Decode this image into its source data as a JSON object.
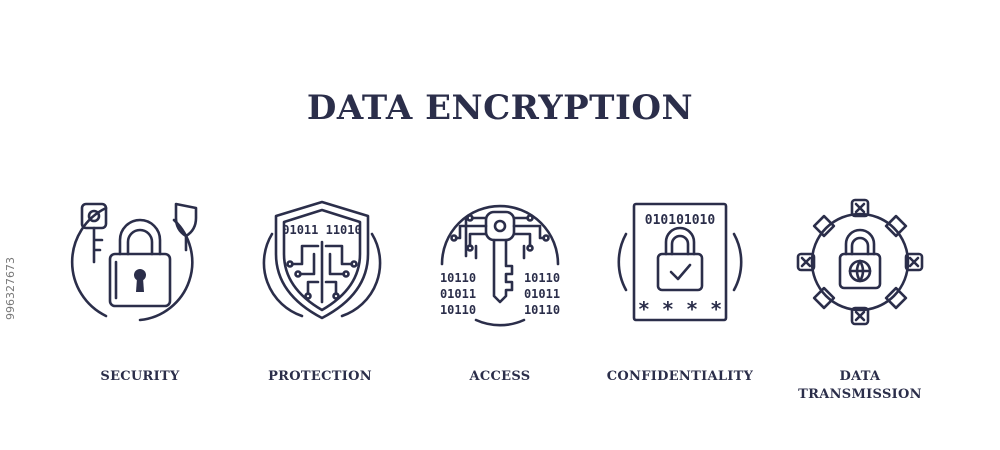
{
  "title": "DATA ENCRYPTION",
  "items": [
    {
      "label": "SECURITY",
      "icon": "padlock-key-shield-icon"
    },
    {
      "label": "PROTECTION",
      "icon": "shield-circuit-icon"
    },
    {
      "label": "ACCESS",
      "icon": "key-circuit-icon"
    },
    {
      "label": "CONFIDENTIALITY",
      "icon": "document-lock-icon"
    },
    {
      "label": "DATA",
      "label2": "TRANSMISSION",
      "icon": "network-lock-icon"
    }
  ],
  "binary": {
    "shield_top": "01011 11010",
    "doc_top": "010101010",
    "col": [
      "10110",
      "01011",
      "10110"
    ],
    "stars": "* * * *"
  },
  "side_id": "996327673",
  "colors": {
    "ink": "#2b2e4a",
    "background": "#ffffff"
  }
}
